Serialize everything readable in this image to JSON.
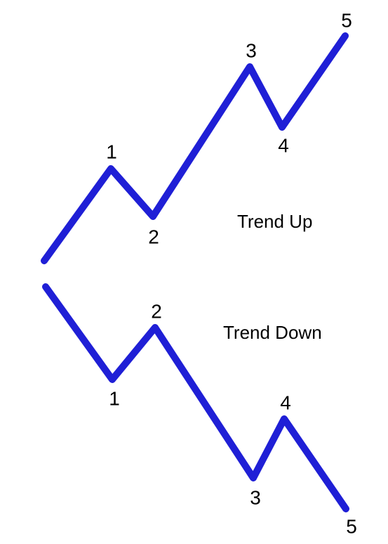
{
  "colors": {
    "wave": "#1f1fd6",
    "text": "#000000",
    "background": "#ffffff"
  },
  "trend_up": {
    "caption": "Trend Up",
    "labels": [
      "1",
      "2",
      "3",
      "4",
      "5"
    ]
  },
  "trend_down": {
    "caption": "Trend Down",
    "labels": [
      "1",
      "2",
      "3",
      "4",
      "5"
    ]
  }
}
